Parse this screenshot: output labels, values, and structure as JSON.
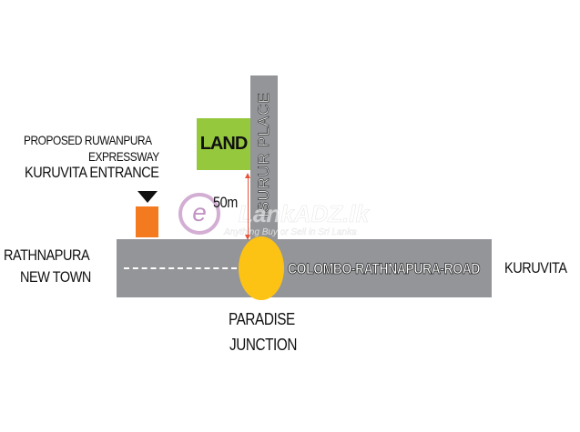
{
  "labels": {
    "expressway_line1": "PROPOSED RUWANPURA",
    "expressway_line2": "EXPRESSWAY",
    "expressway_line3": "KURUVITA ENTRANCE",
    "west_line1": "RATHNAPURA",
    "west_line2": "NEW TOWN",
    "east": "KURUVITA",
    "junction_line1": "PARADISE",
    "junction_line2": "JUNCTION",
    "land": "LAND",
    "side_road": "ISURUR PLACE",
    "main_road": "COLOMBO-RATHNAPURA-ROAD",
    "distance": "50m"
  },
  "watermark": {
    "logo": "e",
    "text": "LankADZ.lk",
    "tagline": "Anything Buy or Sell in Sri Lanka"
  },
  "colors": {
    "road": "#939598",
    "land": "#95c83d",
    "junction": "#fdc314",
    "entrance": "#f47a20",
    "arrow": "#e8553b"
  }
}
